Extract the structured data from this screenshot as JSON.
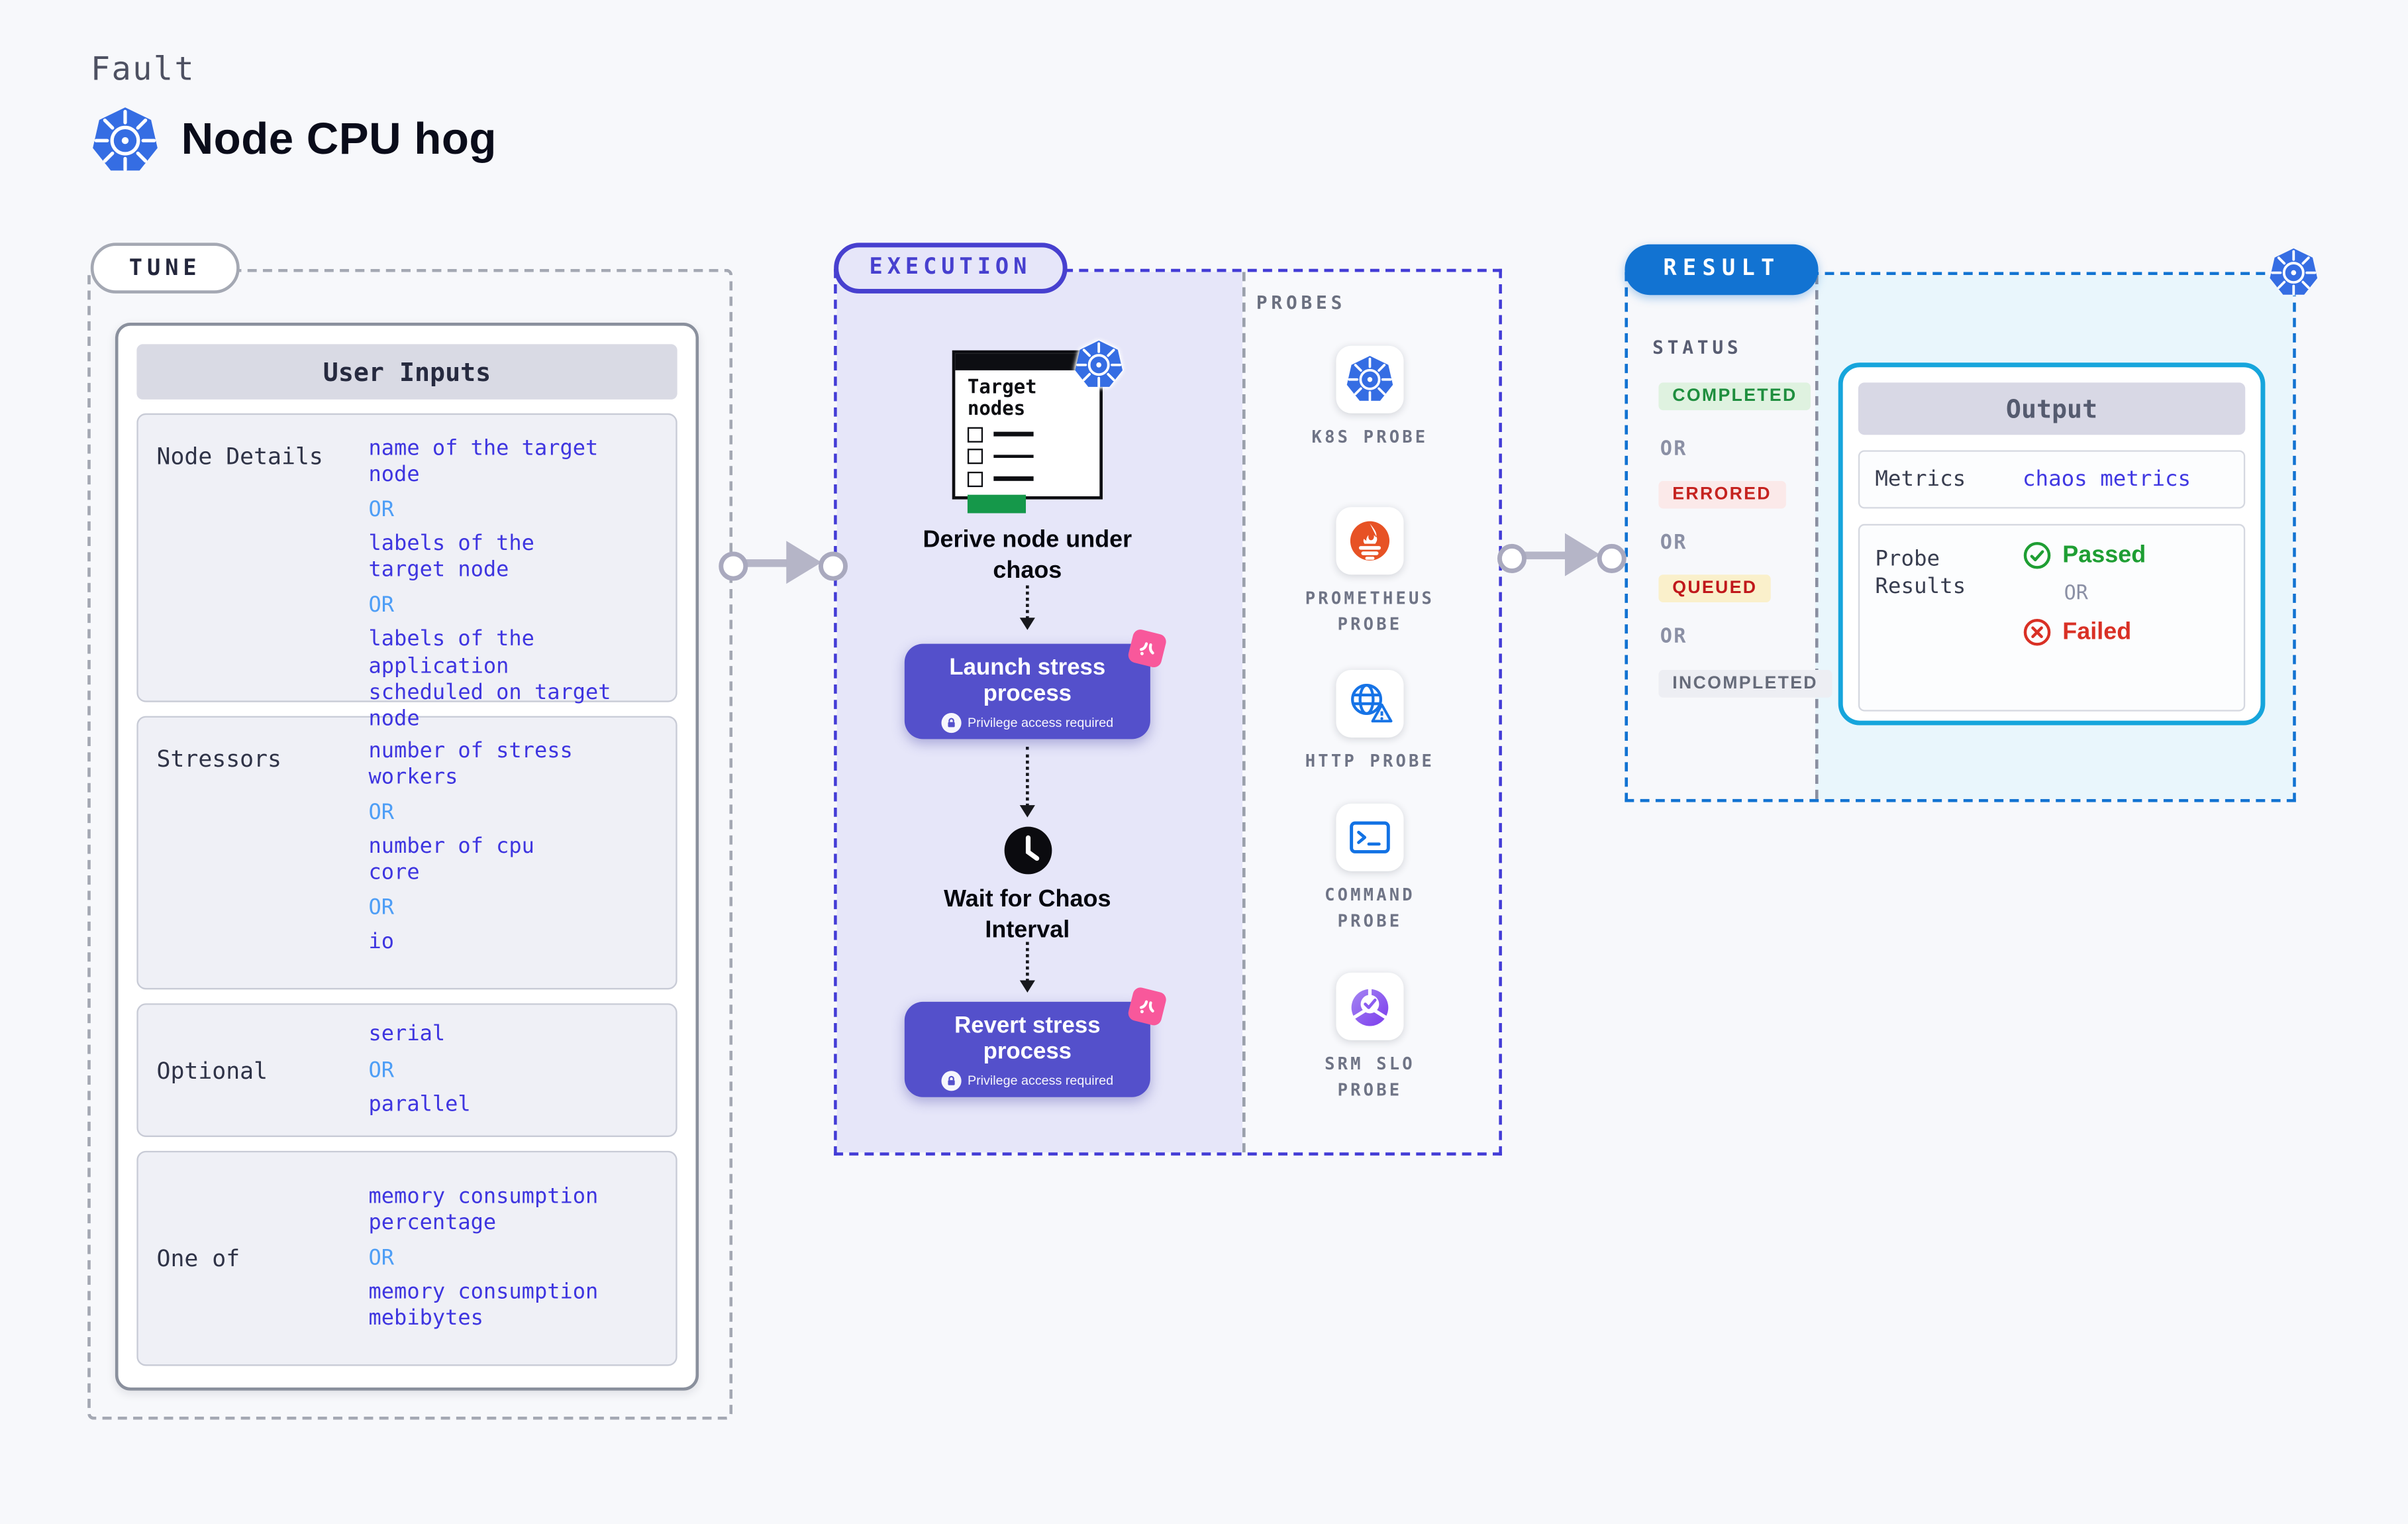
{
  "header": {
    "eyebrow": "Fault",
    "title": "Node CPU hog"
  },
  "tune": {
    "badge": "TUNE",
    "table_header": "User Inputs",
    "rows": [
      {
        "label": "Node Details",
        "items": [
          "name of the target\nnode",
          "OR",
          "labels of the\ntarget node",
          "OR",
          "labels of the application\n scheduled on target node"
        ]
      },
      {
        "label": "Stressors",
        "items": [
          "number of stress\nworkers",
          "OR",
          "number of cpu\ncore",
          "OR",
          "io"
        ]
      },
      {
        "label": "Optional",
        "items": [
          "serial",
          "OR",
          "parallel"
        ]
      },
      {
        "label": "One of",
        "items": [
          "memory consumption\npercentage",
          "OR",
          "memory consumption\nmebibytes"
        ]
      }
    ]
  },
  "execution": {
    "badge": "EXECUTION",
    "target_card_title": "Target\nnodes",
    "derive_label": "Derive node under\nchaos",
    "launch_title": "Launch stress\nprocess",
    "privilege_note": "Privilege access required",
    "wait_label": "Wait for Chaos\nInterval",
    "revert_title": "Revert stress\nprocess",
    "probes_heading": "PROBES",
    "probes": [
      {
        "name": "K8S PROBE",
        "icon": "k8s-icon"
      },
      {
        "name": "PROMETHEUS\nPROBE",
        "icon": "prometheus-icon"
      },
      {
        "name": "HTTP PROBE",
        "icon": "http-icon"
      },
      {
        "name": "COMMAND\nPROBE",
        "icon": "command-icon"
      },
      {
        "name": "SRM SLO\nPROBE",
        "icon": "srm-slo-icon"
      }
    ]
  },
  "result": {
    "badge": "RESULT",
    "status_heading": "STATUS",
    "or_label": "OR",
    "statuses": [
      {
        "label": "COMPLETED",
        "fg": "#1E8E3E",
        "bg": "#DFF2E0"
      },
      {
        "label": "ERRORED",
        "fg": "#C5221F",
        "bg": "#FBE9E9"
      },
      {
        "label": "QUEUED",
        "fg": "#C0181B",
        "bg": "#FAF0CB"
      },
      {
        "label": "INCOMPLETED",
        "fg": "#666B7A",
        "bg": "#EDEEF3"
      }
    ],
    "output": {
      "title": "Output",
      "metrics_label": "Metrics",
      "metrics_value": "chaos metrics",
      "probe_results_label": "Probe\nResults",
      "passed_label": "Passed",
      "or_label": "OR",
      "failed_label": "Failed"
    }
  },
  "colors": {
    "page_bg": "#F7F8FB",
    "value_blue": "#3E35E0",
    "or_blue": "#4E9EF6",
    "execution_accent": "#4740CF",
    "execution_fill": "#E6E6F9",
    "button_indigo": "#5450CB",
    "pink_badge": "#F8589B",
    "target_green": "#15984A",
    "k8s_blue": "#356DE3",
    "prometheus_orange": "#E75225",
    "probe_blue": "#1673E6",
    "srm_purple": "#7C3BED",
    "result_accent": "#1273D2",
    "output_border": "#16A5DC",
    "metrics_link": "#4038E2",
    "passed_green": "#1E9E33",
    "failed_red": "#D93025",
    "arrow_gray": "#B5B5C7"
  }
}
